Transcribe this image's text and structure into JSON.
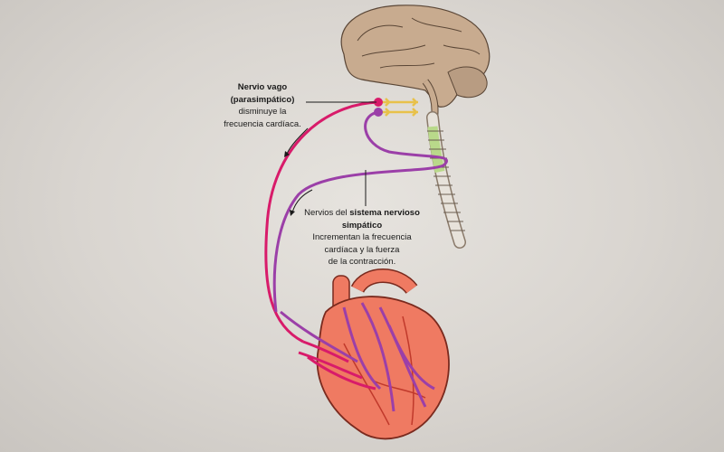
{
  "vagus_label": {
    "title_line1": "Nervio vago",
    "title_line2": "(parasimpático)",
    "desc_line1": "disminuye la",
    "desc_line2": "frecuencia cardíaca."
  },
  "sympathetic_label": {
    "prefix": "Nervios del ",
    "bold1": "sistema nervioso",
    "bold2": "simpático",
    "desc_line1": "Incrementan la frecuencia",
    "desc_line2": "cardíaca y la fuerza",
    "desc_line3": "de la contracción."
  },
  "colors": {
    "vagus": "#d81b6a",
    "sympathetic": "#9b3fa8",
    "heart": "#ef7a62",
    "brain": "#c8ab8f",
    "ganglia": "#e8c14a",
    "spine_highlight": "#b9d98a"
  }
}
